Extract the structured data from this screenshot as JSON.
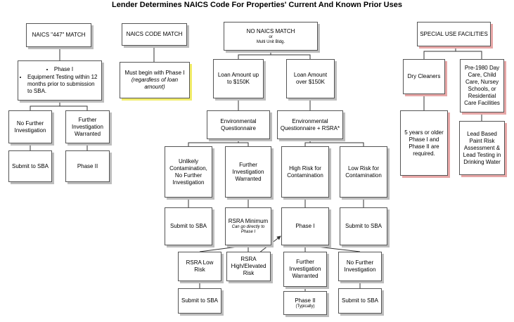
{
  "title": "Lender Determines NAICS Code For Properties' Current And Known Prior Uses",
  "colors": {
    "shadow_gray": "#bdbdbd",
    "shadow_yellow": "#f1ec6a",
    "shadow_red": "#e7a7a7"
  },
  "col447": {
    "header": "NAICS \"447\" MATCH",
    "phase1_bullet1": "Phase I",
    "phase1_bullet2": "Equipment Testing within 12 months prior to submission to SBA.",
    "no_further": "No Further Investigation",
    "further": "Further Investigation Warranted",
    "submit": "Submit to SBA",
    "phase2": "Phase II"
  },
  "code_match": {
    "header": "NAICS CODE MATCH",
    "line1": "Must begin with Phase I",
    "line2": "(regardless of loan amount)"
  },
  "no_match": {
    "header": "NO NAICS MATCH",
    "or": "or",
    "multi": "Multi Unit Bldg.",
    "loan_low": "Loan Amount up to $150K",
    "loan_high": "Loan Amount over $150K",
    "eq": "Environmental Questionnaire",
    "eq_rsra": "Environmental Questionnaire + RSRA*",
    "unlikely": "Unlikely Contamination, No Further Investigation",
    "further_warranted": "Further Investigation Warranted",
    "high_risk": "High Risk for Contamination",
    "low_risk": "Low Risk for Contamination",
    "submit_a": "Submit to SBA",
    "rsra_min": "RSRA Minimum",
    "rsra_min_sub": "Can go directly to Phase I",
    "phase1": "Phase I",
    "submit_b": "Submit to SBA",
    "rsra_low": "RSRA Low Risk",
    "rsra_high": "RSRA High/Elevated Risk",
    "further2": "Further Investigation Warranted",
    "no_further2": "No Further Investigation",
    "submit_c": "Submit to SBA",
    "phase2": "Phase II",
    "typically": "(Typically)",
    "submit_d": "Submit to SBA"
  },
  "special": {
    "header": "SPECIAL USE FACILITIES",
    "dry": "Dry Cleaners",
    "pre1980": "Pre-1980 Day Care, Child Care, Nursey Schools, or Residential Care Facilities",
    "dry_note": "5 years or older Phase I and Phase II are required.",
    "lead": "Lead Based Paint Risk Assessment & Lead Testing in Drinking Water"
  }
}
